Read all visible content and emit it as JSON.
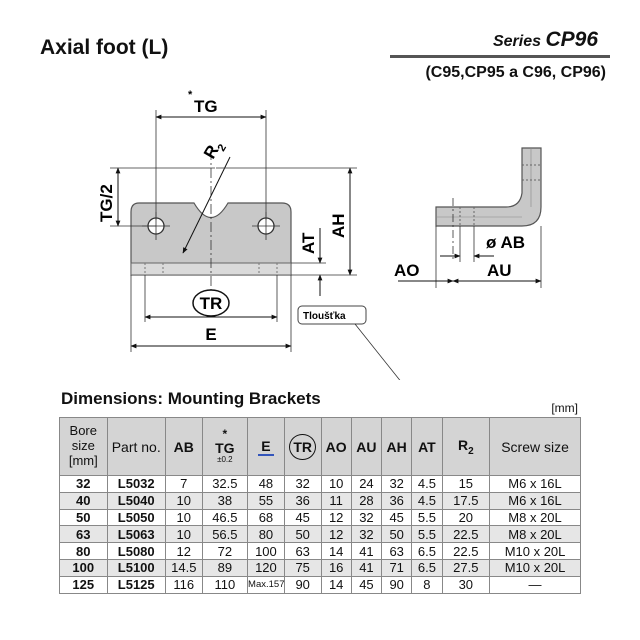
{
  "title": "Axial foot (L)",
  "series": {
    "prefix": "Series ",
    "name": "CP96"
  },
  "compat": "(C95,CP95 a C96, CP96)",
  "drawing": {
    "star": "*",
    "tg": "TG",
    "tg_half": "TG/2",
    "r2": "R",
    "r2_sub": "2",
    "at": "AT",
    "ah": "AH",
    "tr": "TR",
    "e": "E",
    "callout": "Tloušťka",
    "ab": "ø AB",
    "ao": "AO",
    "au": "AU"
  },
  "dims_title": "Dimensions: Mounting Brackets",
  "unit": "[mm]",
  "table": {
    "header": {
      "bore_line1": "Bore",
      "bore_line2": "size",
      "bore_line3": "[mm]",
      "part": "Part no.",
      "ab": "AB",
      "tg_star": "*",
      "tg": "TG",
      "tg_tol": "±0.2",
      "e": "E",
      "tr": "TR",
      "ao": "AO",
      "au": "AU",
      "ah": "AH",
      "at": "AT",
      "r2": "R",
      "r2_sub": "2",
      "screw": "Screw size"
    },
    "rows": [
      {
        "bore": "32",
        "part": "L5032",
        "ab": "7",
        "tg": "32.5",
        "e": "48",
        "tr": "32",
        "ao": "10",
        "au": "24",
        "ah": "32",
        "at": "4.5",
        "r2": "15",
        "screw": "M6 x 16L"
      },
      {
        "bore": "40",
        "part": "L5040",
        "ab": "10",
        "tg": "38",
        "e": "55",
        "tr": "36",
        "ao": "11",
        "au": "28",
        "ah": "36",
        "at": "4.5",
        "r2": "17.5",
        "screw": "M6 x 16L"
      },
      {
        "bore": "50",
        "part": "L5050",
        "ab": "10",
        "tg": "46.5",
        "e": "68",
        "tr": "45",
        "ao": "12",
        "au": "32",
        "ah": "45",
        "at": "5.5",
        "r2": "20",
        "screw": "M8 x 20L"
      },
      {
        "bore": "63",
        "part": "L5063",
        "ab": "10",
        "tg": "56.5",
        "e": "80",
        "tr": "50",
        "ao": "12",
        "au": "32",
        "ah": "50",
        "at": "5.5",
        "r2": "22.5",
        "screw": "M8 x 20L"
      },
      {
        "bore": "80",
        "part": "L5080",
        "ab": "12",
        "tg": "72",
        "e": "100",
        "tr": "63",
        "ao": "14",
        "au": "41",
        "ah": "63",
        "at": "6.5",
        "r2": "22.5",
        "screw": "M10 x 20L"
      },
      {
        "bore": "100",
        "part": "L5100",
        "ab": "14.5",
        "tg": "89",
        "e": "120",
        "tr": "75",
        "ao": "16",
        "au": "41",
        "ah": "71",
        "at": "6.5",
        "r2": "27.5",
        "screw": "M10 x 20L"
      },
      {
        "bore": "125",
        "part": "L5125",
        "ab": "116",
        "tg": "110",
        "e": "Max.157",
        "tr": "90",
        "ao": "14",
        "au": "45",
        "ah": "90",
        "at": "8",
        "r2": "30",
        "screw": "—"
      }
    ]
  }
}
